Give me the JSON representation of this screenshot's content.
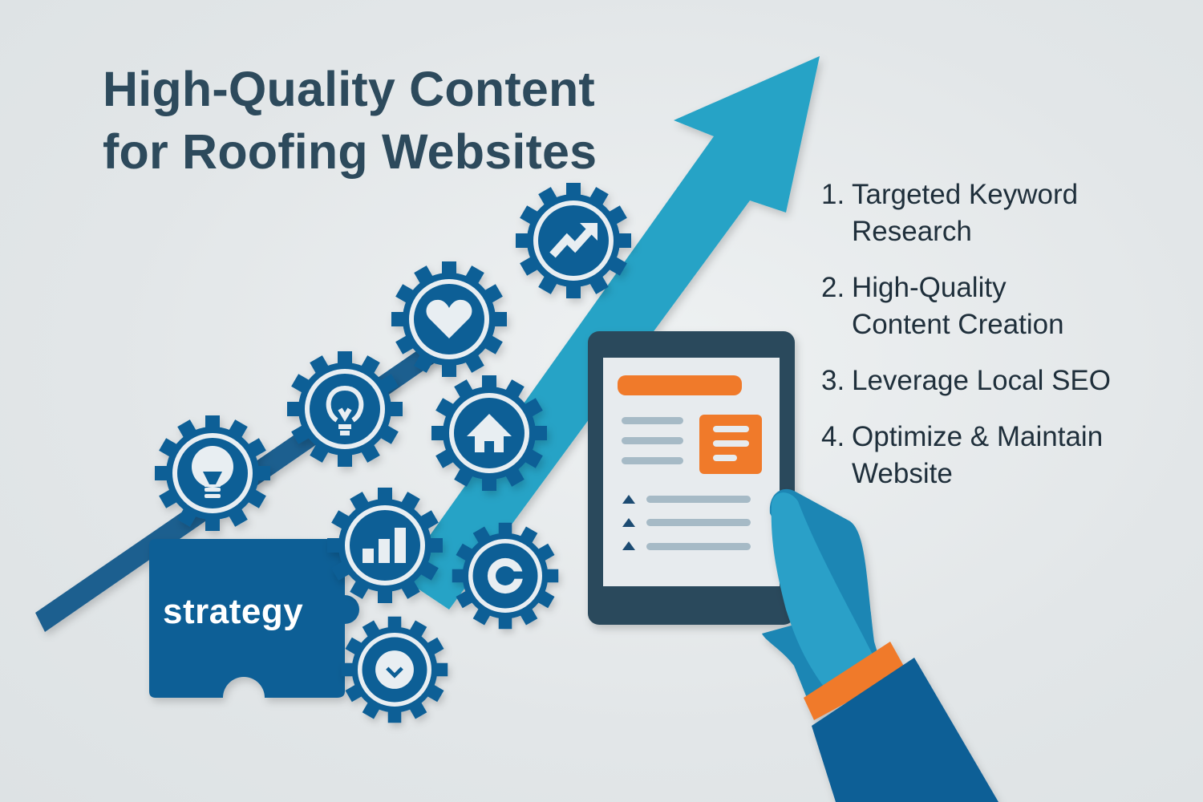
{
  "title": {
    "line1": "High-Quality Content",
    "line2": "for Roofing Websites"
  },
  "steps": [
    {
      "number": "1.",
      "line1": "Targeted Keyword",
      "line2": "Research"
    },
    {
      "number": "2.",
      "line1": "High-Quality",
      "line2": "Content Creation"
    },
    {
      "number": "3.",
      "line1": "Leverage Local SEO",
      "line2": ""
    },
    {
      "number": "4.",
      "line1": "Optimize & Maintain",
      "line2": "Website"
    }
  ],
  "strategy_label": "strategy",
  "icons": [
    "growth-arrow-icon",
    "heart-icon",
    "lightbulb-icon",
    "lightbulb-icon",
    "home-icon",
    "bar-chart-icon",
    "target-icon",
    "checkmark-icon",
    "tablet-icon",
    "hand-icon",
    "puzzle-piece-icon"
  ],
  "colors": {
    "background": "#e4e8ea",
    "title_text": "#2d4a5c",
    "gear_blue": "#0f5f96",
    "arrow_cyan": "#27a3c6",
    "orange": "#f07a2c",
    "tablet_frame": "#2c4a5c",
    "dark_line": "#274a61"
  }
}
